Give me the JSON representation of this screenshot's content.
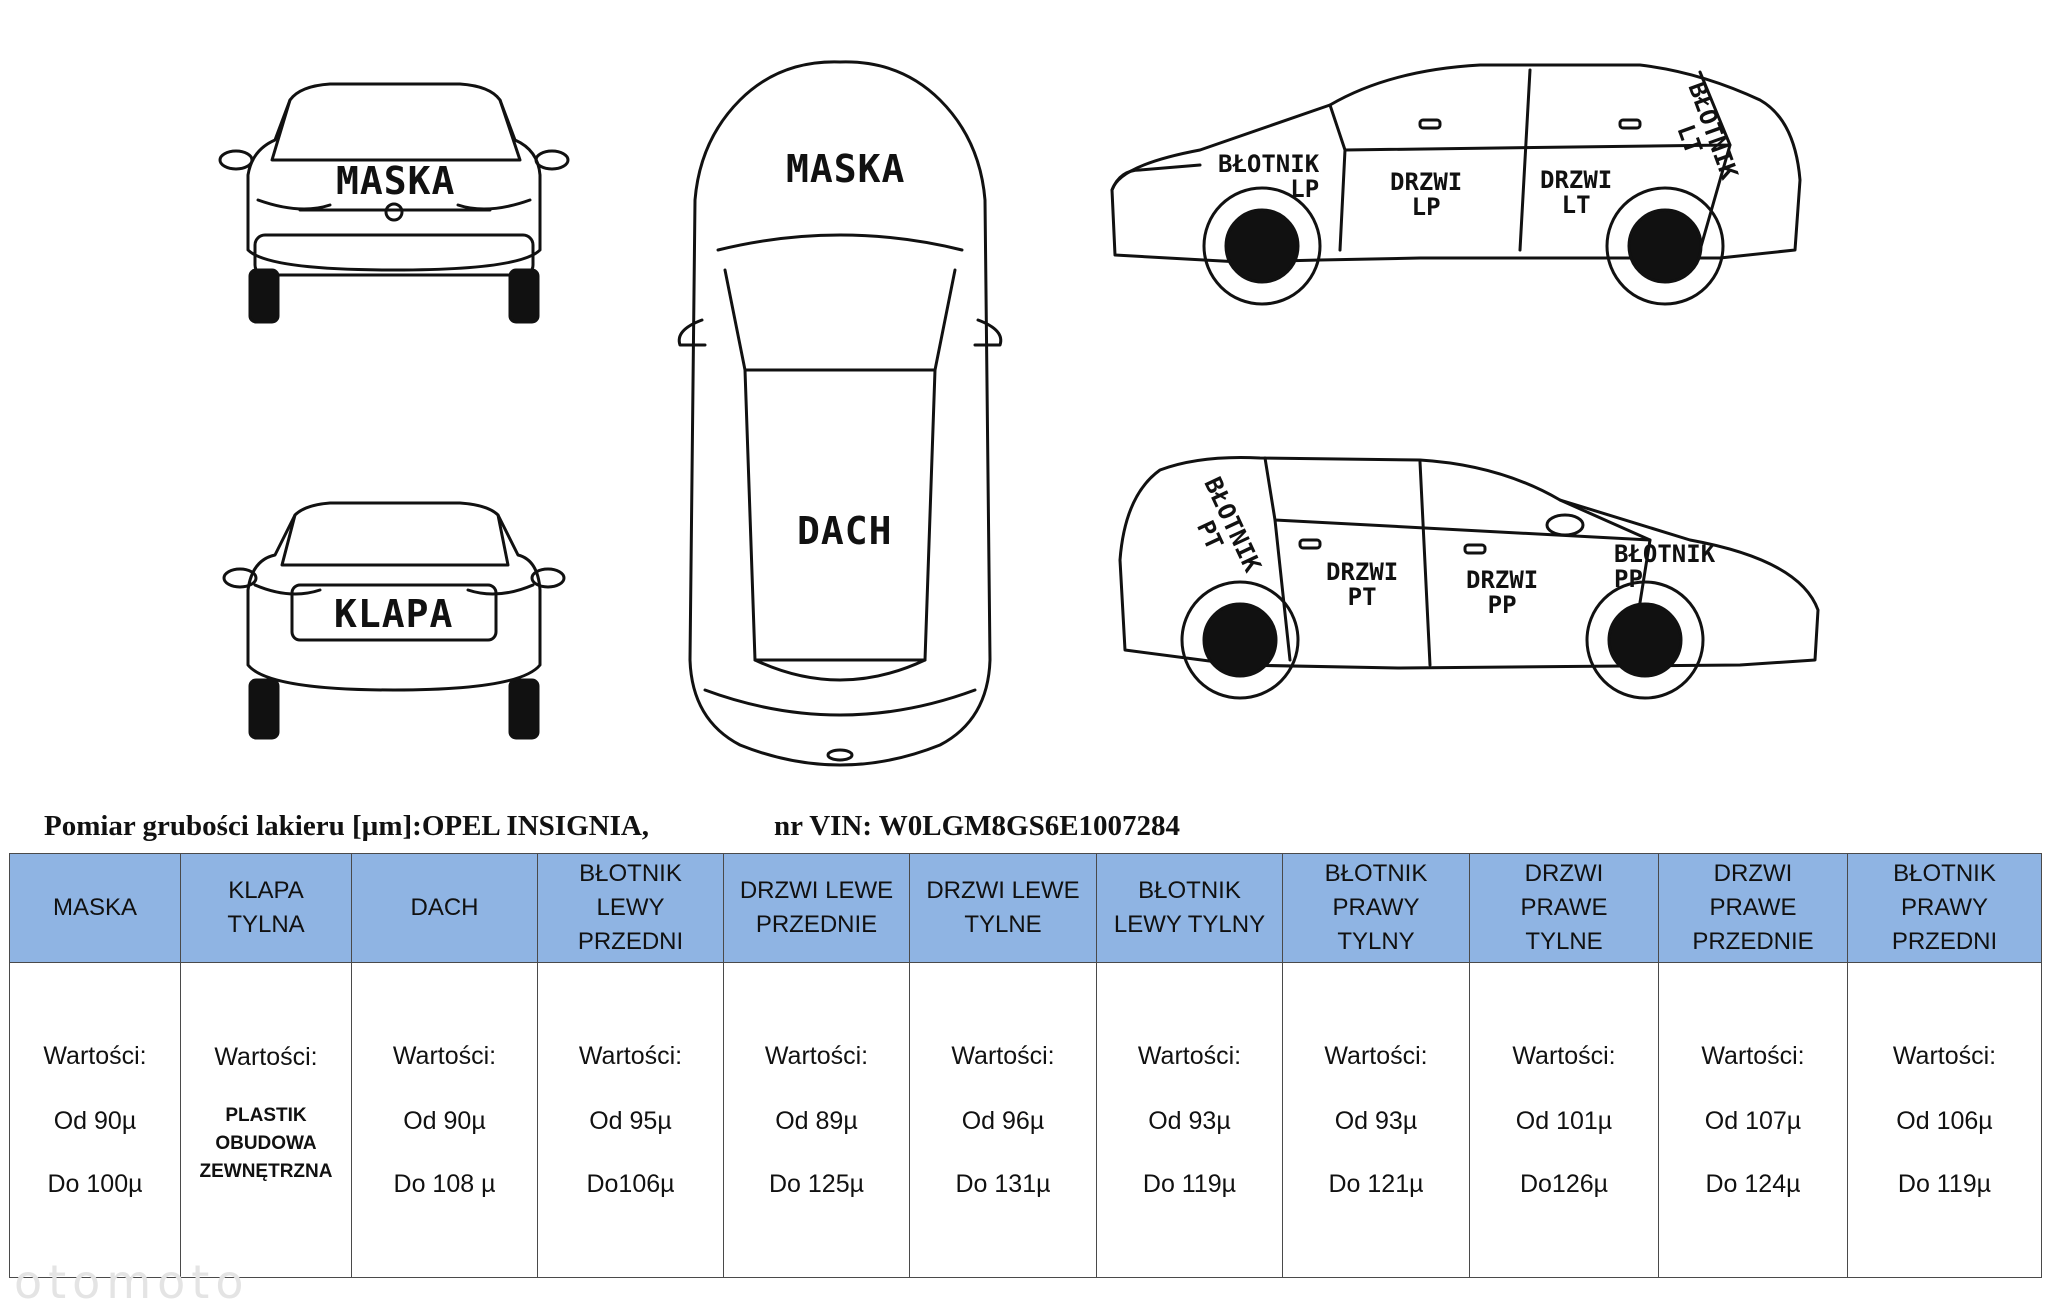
{
  "diagram": {
    "front": {
      "label": "MASKA"
    },
    "rear": {
      "label": "KLAPA"
    },
    "top": {
      "hood": "MASKA",
      "roof": "DACH"
    },
    "left_side": {
      "fender_front": [
        "BŁOTNIK",
        "LP"
      ],
      "door_front": [
        "DRZWI",
        "LP"
      ],
      "door_rear": [
        "DRZWI",
        "LT"
      ],
      "fender_rear": [
        "BŁOTNIK",
        "LT"
      ]
    },
    "right_side": {
      "fender_rear": [
        "BŁOTNIK",
        "PT"
      ],
      "door_rear": [
        "DRZWI",
        "PT"
      ],
      "door_front": [
        "DRZWI",
        "PP"
      ],
      "fender_front": [
        "BŁOTNIK",
        "PP"
      ]
    }
  },
  "heading": {
    "title": "Pomiar grubości lakieru [µm]:OPEL INSIGNIA,",
    "vin": "nr VIN: W0LGM8GS6E1007284"
  },
  "table": {
    "columns": [
      {
        "header": [
          "MASKA"
        ],
        "label": "Wartości:",
        "from": "Od 90µ",
        "to": "Do 100µ"
      },
      {
        "header": [
          "KLAPA",
          "TYLNA"
        ],
        "label": "Wartości:",
        "note": [
          "PLASTIK",
          "OBUDOWA",
          "ZEWNĘTRZNA"
        ]
      },
      {
        "header": [
          "DACH"
        ],
        "label": "Wartości:",
        "from": "Od 90µ",
        "to": "Do 108 µ"
      },
      {
        "header": [
          "BŁOTNIK",
          "LEWY",
          "PRZEDNI"
        ],
        "label": "Wartości:",
        "from": "Od 95µ",
        "to": "Do106µ"
      },
      {
        "header": [
          "DRZWI LEWE",
          "PRZEDNIE"
        ],
        "label": "Wartości:",
        "from": "Od 89µ",
        "to": "Do 125µ"
      },
      {
        "header": [
          "DRZWI LEWE",
          "TYLNE"
        ],
        "label": "Wartości:",
        "from": "Od 96µ",
        "to": "Do 131µ"
      },
      {
        "header": [
          "BŁOTNIK",
          "LEWY TYLNY"
        ],
        "label": "Wartości:",
        "from": "Od 93µ",
        "to": "Do 119µ"
      },
      {
        "header": [
          "BŁOTNIK",
          "PRAWY",
          "TYLNY"
        ],
        "label": "Wartości:",
        "from": "Od 93µ",
        "to": "Do 121µ"
      },
      {
        "header": [
          "DRZWI",
          "PRAWE",
          "TYLNE"
        ],
        "label": "Wartości:",
        "from": "Od 101µ",
        "to": "Do126µ"
      },
      {
        "header": [
          "DRZWI",
          "PRAWE",
          "PRZEDNIE"
        ],
        "label": "Wartości:",
        "from": "Od 107µ",
        "to": "Do 124µ"
      },
      {
        "header": [
          "BŁOTNIK",
          "PRAWY",
          "PRZEDNI"
        ],
        "label": "Wartości:",
        "from": "Od 106µ",
        "to": "Do 119µ"
      }
    ]
  },
  "watermark": "otomoto",
  "colors": {
    "header_bg": "#8fb4e3",
    "border": "#4a4a4a",
    "ink": "#111111"
  }
}
